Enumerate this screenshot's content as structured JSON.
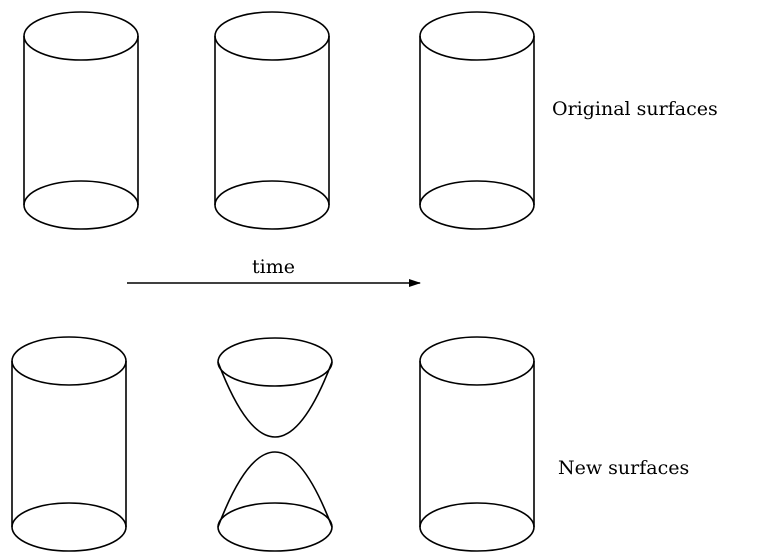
{
  "labels": {
    "original": "Original surfaces",
    "new": "New surfaces",
    "time": "time"
  },
  "colors": {
    "stroke": "#000000",
    "background": "#ffffff"
  },
  "rows": [
    {
      "name": "original",
      "items": [
        "cylinder",
        "cylinder",
        "cylinder"
      ]
    },
    {
      "name": "new",
      "items": [
        "cylinder",
        "pinched-cylinder",
        "cylinder"
      ]
    }
  ]
}
